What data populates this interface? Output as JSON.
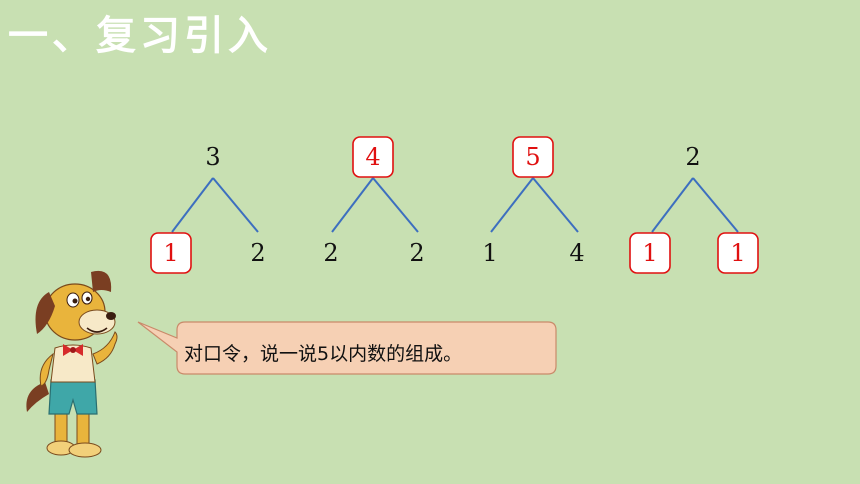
{
  "title": "一、复习引入",
  "trees": [
    {
      "top": "3",
      "left": "1",
      "right": "2",
      "top_boxed": false,
      "left_boxed": true,
      "right_boxed": false
    },
    {
      "top": "4",
      "left": "2",
      "right": "2",
      "top_boxed": true,
      "left_boxed": false,
      "right_boxed": false
    },
    {
      "top": "5",
      "left": "1",
      "right": "4",
      "top_boxed": true,
      "left_boxed": false,
      "right_boxed": false
    },
    {
      "top": "2",
      "left": "1",
      "right": "1",
      "top_boxed": false,
      "left_boxed": true,
      "right_boxed": true
    }
  ],
  "speech": "对口令，说一说5以内数的组成。",
  "colors": {
    "background": "#c8e0b2",
    "accent_red": "#e01010",
    "bubble": "#f6d0b4",
    "line": "#3d6fbf"
  },
  "character_icon": "cartoon-dog"
}
